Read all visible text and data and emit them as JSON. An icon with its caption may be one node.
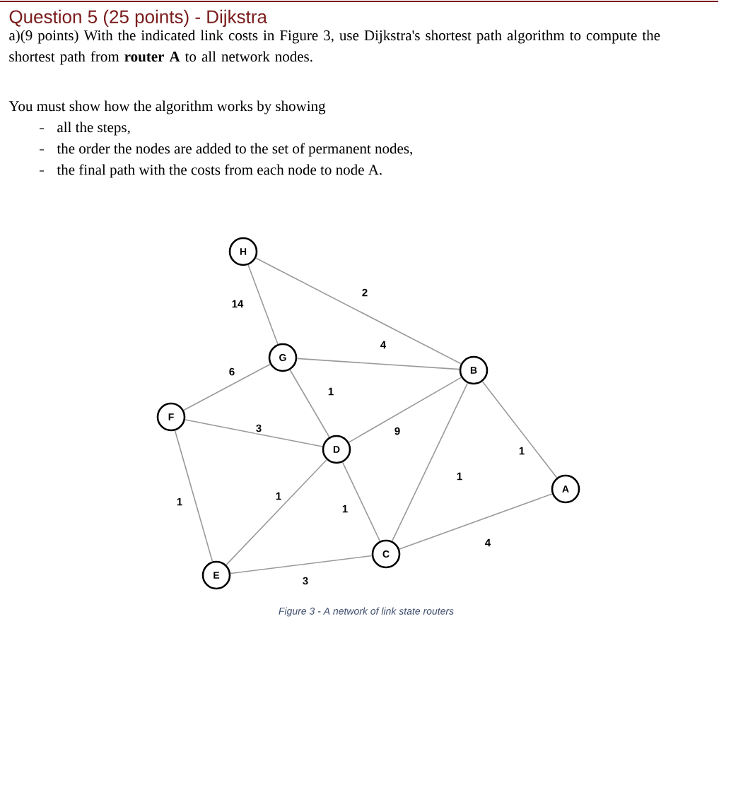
{
  "diagram": {
    "title": "Question 5 (25 points) - Dijkstra",
    "caption": "Figure 3 - A network of link state routers",
    "nodes": [
      {
        "text": [
          "H"
        ]
      },
      {
        "text": [
          "G"
        ]
      },
      {
        "text": [
          "B"
        ]
      },
      {
        "text": [
          "F"
        ]
      },
      {
        "text": [
          "D"
        ]
      },
      {
        "text": [
          "A"
        ]
      },
      {
        "text": [
          "E"
        ]
      },
      {
        "text": [
          "C"
        ]
      }
    ],
    "edges": [
      {
        "from": 0,
        "to": 1,
        "arrow": "none",
        "label": "14"
      },
      {
        "from": 0,
        "to": 2,
        "arrow": "none",
        "label": "2"
      },
      {
        "from": 1,
        "to": 2,
        "arrow": "none",
        "label": "4"
      },
      {
        "from": 1,
        "to": 3,
        "arrow": "none",
        "label": "6"
      },
      {
        "from": 1,
        "to": 4,
        "arrow": "none",
        "label": "1"
      },
      {
        "from": 4,
        "to": 2,
        "arrow": "none",
        "label": "9"
      },
      {
        "from": 3,
        "to": 4,
        "arrow": "none",
        "label": "3"
      },
      {
        "from": 2,
        "to": 5,
        "arrow": "none",
        "label": "1"
      },
      {
        "from": 7,
        "to": 2,
        "arrow": "none",
        "label": "1"
      },
      {
        "from": 3,
        "to": 6,
        "arrow": "none",
        "label": "1"
      },
      {
        "from": 6,
        "to": 4,
        "arrow": "none",
        "label": "1"
      },
      {
        "from": 4,
        "to": 7,
        "arrow": "none",
        "label": "1"
      },
      {
        "from": 7,
        "to": 5,
        "arrow": "none",
        "label": "4"
      },
      {
        "from": 6,
        "to": 7,
        "arrow": "none",
        "label": "3"
      }
    ],
    "labels": [
      "a)(9 points) With the indicated link costs in Figure 3, use Dijkstra's shortest path algorithm to compute the shortest path from **router A** to all network nodes.",
      "You must show how the algorithm works by showing",
      "all the steps,",
      "the order the nodes are added to the set of permanent nodes,",
      "the final path with the costs from each node to node A."
    ]
  }
}
